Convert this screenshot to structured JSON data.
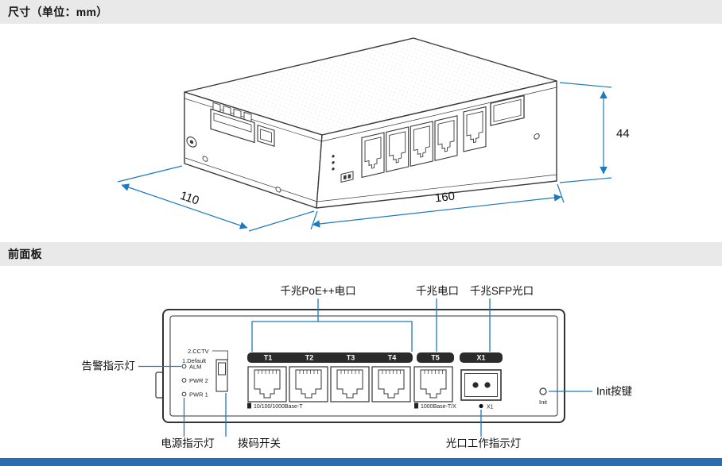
{
  "page": {
    "accent_color": "#1b7ac1",
    "footer_color": "#2a6db0",
    "header_bg": "#e9e9e9"
  },
  "sections": {
    "dimensions": {
      "title": "尺寸（单位：mm）",
      "height_mm": "44",
      "width_mm": "160",
      "depth_mm": "110"
    },
    "front_panel": {
      "title": "前面板",
      "callouts": {
        "poe_ports": "千兆PoE++电口",
        "gigabit_port": "千兆电口",
        "sfp_port": "千兆SFP光口",
        "alarm_led": "告警指示灯",
        "power_led": "电源指示灯",
        "dip_switch": "拨码开关",
        "optical_led": "光口工作指示灯",
        "init_button": "Init按键"
      },
      "panel": {
        "dip_option_2": "2.CCTV",
        "dip_option_1": "1.Default",
        "led_alm": "ALM",
        "led_pwr2": "PWR 2",
        "led_pwr1": "PWR 1",
        "port_labels": [
          "T1",
          "T2",
          "T3",
          "T4"
        ],
        "port_t5": "T5",
        "port_x1": "X1",
        "copper_ports_spec": "10/100/1000Base-T",
        "combo_spec": "1000Base-T/X",
        "sfp_led_label": "X1",
        "init_label": "Init"
      }
    }
  }
}
